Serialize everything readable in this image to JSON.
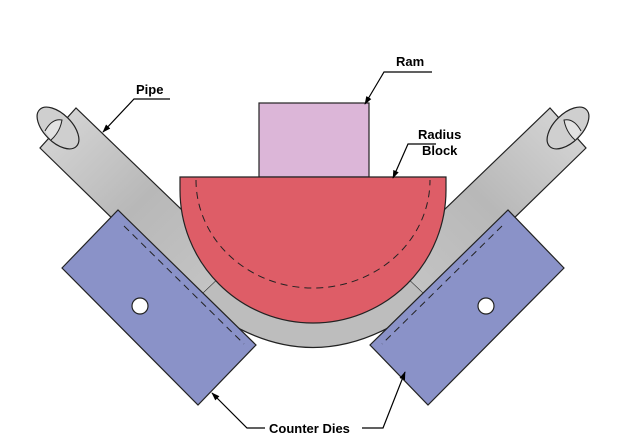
{
  "labels": {
    "ram": "Ram",
    "pipe": "Pipe",
    "radius_block_line1": "Radius",
    "radius_block_line2": "Block",
    "counter_dies": "Counter Dies"
  },
  "colors": {
    "pipe_fill": "#b9b9b9",
    "pipe_highlight": "#d8d8d8",
    "ram_fill": "#dcb6d8",
    "radius_block_fill": "#de5d67",
    "counter_die_fill": "#8a92c8",
    "outline": "#222222",
    "background": "#ffffff"
  }
}
